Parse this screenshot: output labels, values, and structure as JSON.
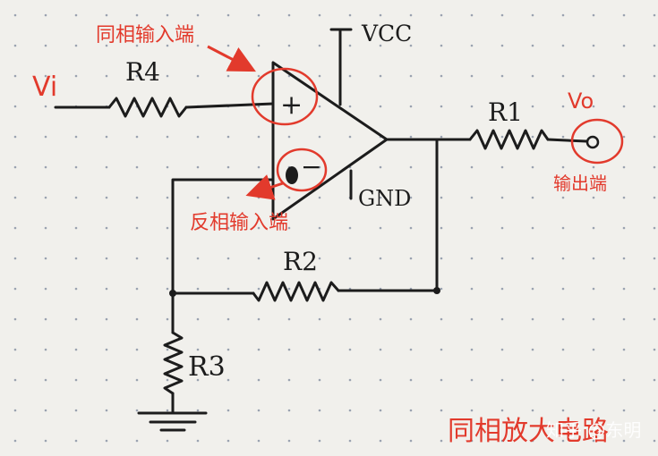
{
  "labels": {
    "vcc": "VCC",
    "gnd": "GND",
    "r4": "R4",
    "r1": "R1",
    "r2": "R2",
    "r3": "R3",
    "plus": "+",
    "minus": "−"
  },
  "annotations": {
    "vi": "Vi",
    "vo": "Vo",
    "noninverting_input": "同相输入端",
    "inverting_input": "反相输入端",
    "output": "输出端",
    "title": "同相放大电路"
  },
  "watermark": "知乎 @东明",
  "colors": {
    "ink": "#1c1c1c",
    "annotation": "#e23a2c",
    "paper": "#f1f0ec"
  }
}
